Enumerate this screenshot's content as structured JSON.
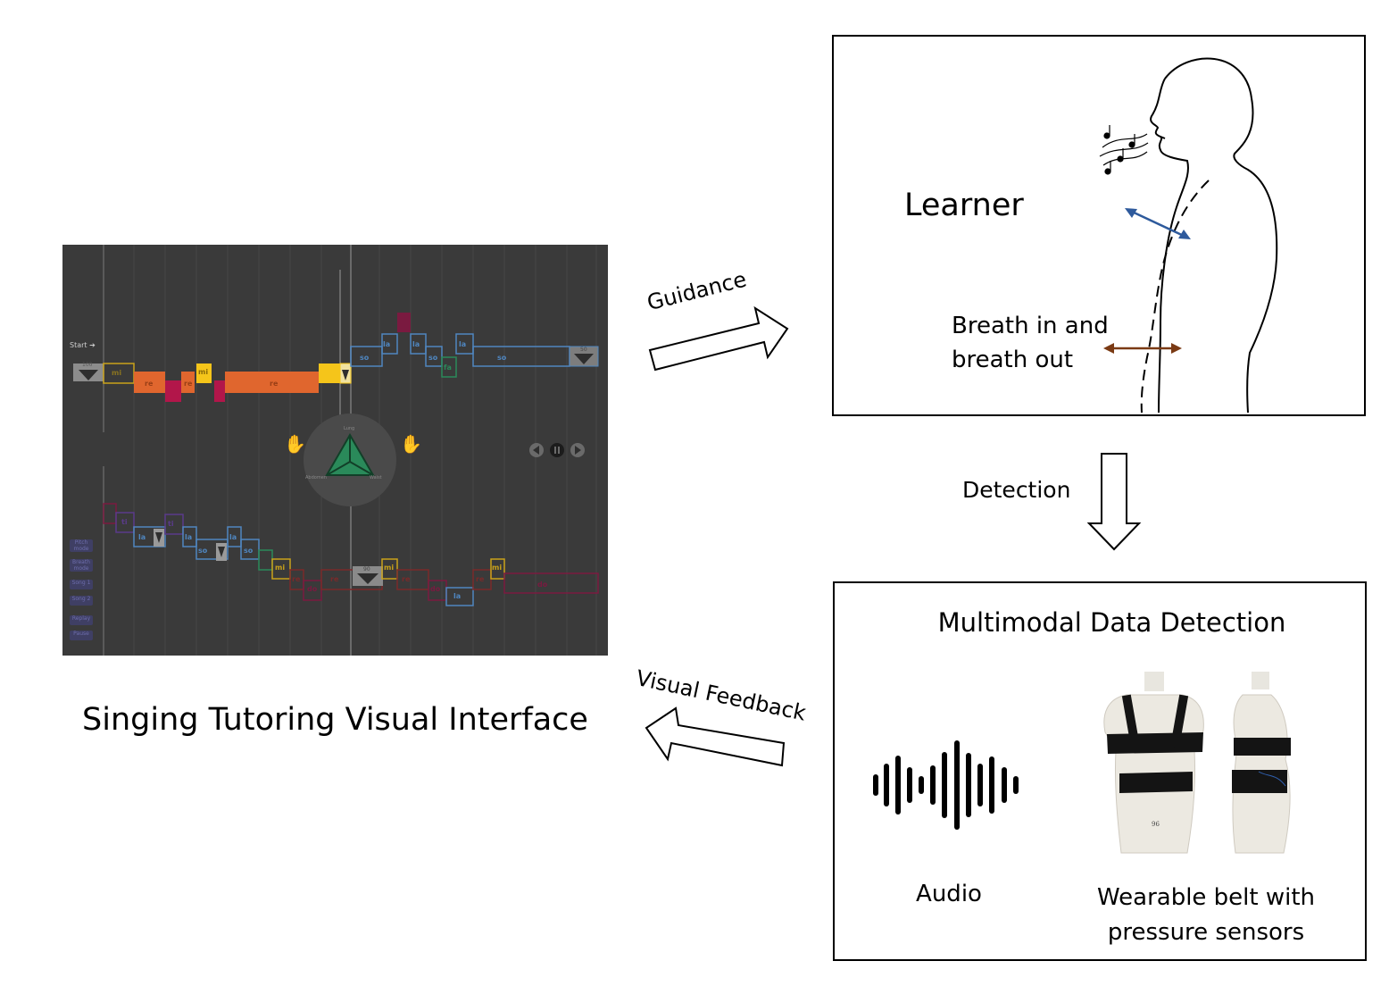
{
  "left_panel": {
    "caption": "Singing Tutoring Visual Interface",
    "start_label": "Start",
    "top_track_start_value": "100",
    "top_track_end_value": "50",
    "bottom_track_marker_value": "90",
    "triangle_labels": {
      "top": "Lung",
      "left": "Abdomen",
      "right": "Waist"
    },
    "side_buttons": [
      "Pitch mode",
      "Breath mode",
      "Song 1",
      "Song 2",
      "Replay",
      "Pause"
    ]
  },
  "learner_box": {
    "title": "Learner",
    "breath_line1": "Breath in and",
    "breath_line2": "breath out"
  },
  "detection_box": {
    "title": "Multimodal Data Detection",
    "audio_label": "Audio",
    "belt_line1": "Wearable belt with",
    "belt_line2": "pressure sensors"
  },
  "arrows": {
    "guidance": "Guidance",
    "detection": "Detection",
    "visual_feedback": "Visual Feedback"
  },
  "colors": {
    "orange": "#e0662e",
    "yellow": "#f5c51a",
    "crimson": "#b2164a",
    "blue": "#4f86c0",
    "green": "#2a8a5a",
    "panel_bg": "#3a3a3a",
    "breath_arrow_blue": "#2e5a9c",
    "breath_arrow_brown": "#7a3a14"
  }
}
